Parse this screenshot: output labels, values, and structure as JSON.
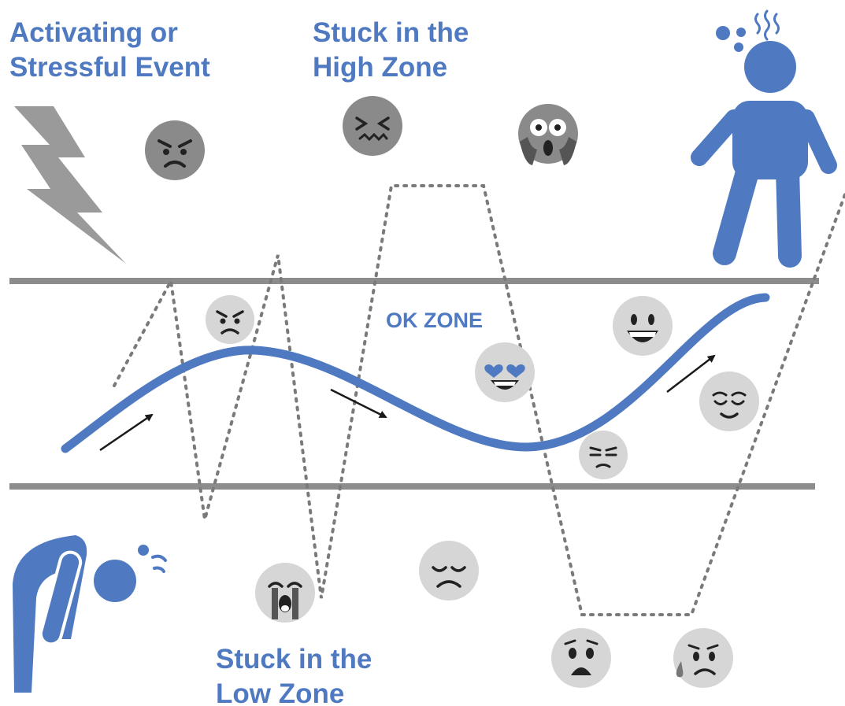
{
  "labels": {
    "activating_line1": "Activating or",
    "activating_line2": "Stressful Event",
    "high_zone_line1": "Stuck in the",
    "high_zone_line2": "High Zone",
    "low_zone_line1": "Stuck in the",
    "low_zone_line2": "Low Zone",
    "ok_zone": "OK ZONE"
  },
  "colors": {
    "accent_blue": "#4f7ac1",
    "zone_line_gray": "#8c8c8c",
    "dark_emoji": "#8a8a8a",
    "light_emoji": "#d6d6d6",
    "bolt": "#9a9a9a"
  },
  "icons": [
    "lightning-bolt-icon",
    "angry-face-icon",
    "confounded-face-icon",
    "screaming-face-icon",
    "stressed-person-icon",
    "annoyed-face-icon",
    "heart-eyes-face-icon",
    "grinning-face-icon",
    "relieved-face-icon",
    "unamused-face-icon",
    "crying-face-icon",
    "sad-face-icon",
    "anguished-face-icon",
    "sad-sweat-face-icon",
    "exhausted-person-icon",
    "arrow-icon"
  ]
}
